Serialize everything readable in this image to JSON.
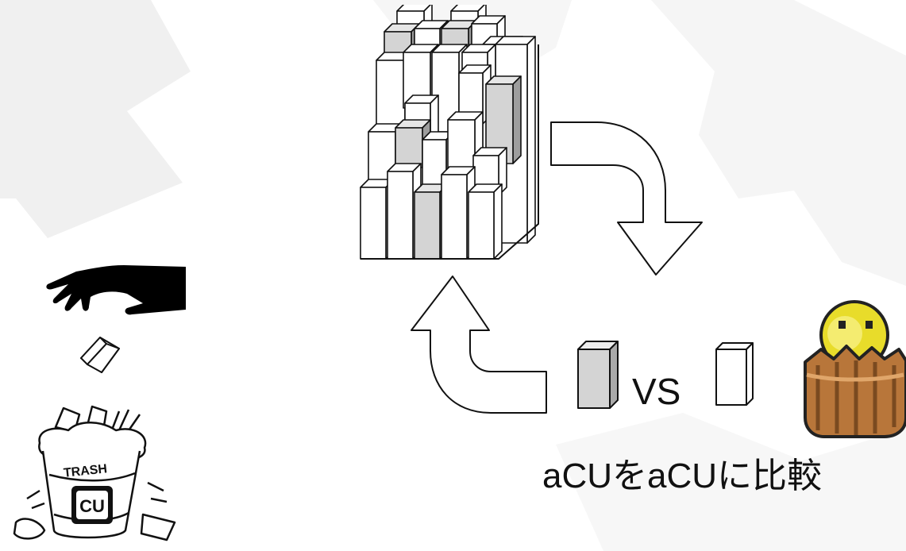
{
  "labels": {
    "versus": "VS",
    "caption": "aCUをaCUに比較"
  },
  "trash_can_lettering": [
    "TRASH",
    "CU"
  ],
  "colors": {
    "background": "#ffffff",
    "faint_gear": "#f3f3f3",
    "box_fill": "#ffffff",
    "box_shaded": "#d4d4d4",
    "outline": "#111111",
    "chick_yellow": "#e8dc2a",
    "chick_shell": "#b8763a"
  },
  "icons": [
    "hand-icon",
    "cube-icon",
    "trash-can-icon",
    "box-stack-icon",
    "chick-in-egg-icon",
    "curved-arrow-down-icon",
    "curved-arrow-up-icon"
  ]
}
